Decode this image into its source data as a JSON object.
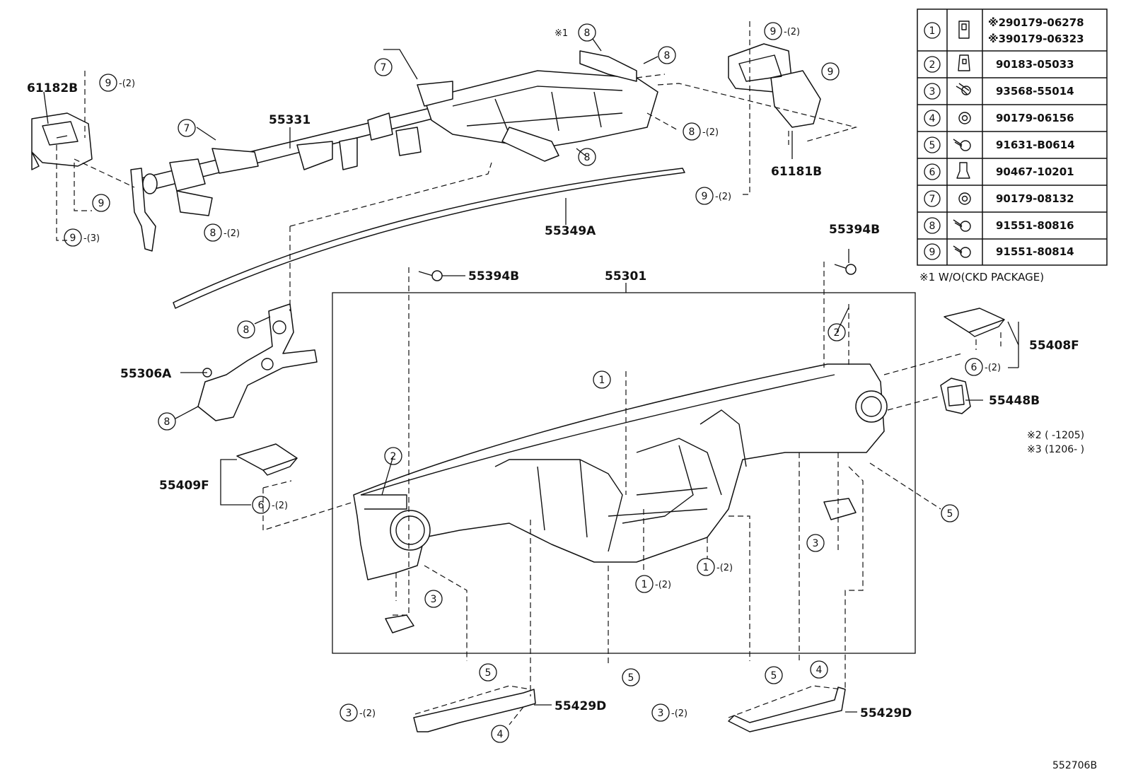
{
  "callouts": {
    "p61182B": "61182B",
    "p55331": "55331",
    "p61181B": "61181B",
    "p55349A": "55349A",
    "p55394B_left": "55394B",
    "p55394B_right": "55394B",
    "p55301": "55301",
    "p55306A": "55306A",
    "p55408F": "55408F",
    "p55448B": "55448B",
    "p55409F": "55409F",
    "p55429D_left": "55429D",
    "p55429D_right": "55429D"
  },
  "circled_refs": [
    {
      "id": "r-9a",
      "num": "9",
      "qty": "-(2)"
    },
    {
      "id": "r-9b",
      "num": "9",
      "qty": ""
    },
    {
      "id": "r-9c",
      "num": "9",
      "qty": "-(3)"
    },
    {
      "id": "r-7a",
      "num": "7",
      "qty": ""
    },
    {
      "id": "r-8a",
      "num": "8",
      "qty": "-(2)"
    },
    {
      "id": "r-7b",
      "num": "7",
      "qty": ""
    },
    {
      "id": "r-8b",
      "num": "8",
      "qty": "",
      "prefix": "※1"
    },
    {
      "id": "r-8c",
      "num": "8",
      "qty": ""
    },
    {
      "id": "r-8d",
      "num": "8",
      "qty": "-(2)"
    },
    {
      "id": "r-8e",
      "num": "8",
      "qty": ""
    },
    {
      "id": "r-9d",
      "num": "9",
      "qty": "-(2)"
    },
    {
      "id": "r-9e",
      "num": "9",
      "qty": ""
    },
    {
      "id": "r-9f",
      "num": "9",
      "qty": "-(2)"
    },
    {
      "id": "r-8f",
      "num": "8",
      "qty": ""
    },
    {
      "id": "r-8g",
      "num": "8",
      "qty": ""
    },
    {
      "id": "r-2a",
      "num": "2",
      "qty": ""
    },
    {
      "id": "r-1a",
      "num": "1",
      "qty": ""
    },
    {
      "id": "r-2b",
      "num": "2",
      "qty": ""
    },
    {
      "id": "r-6a",
      "num": "6",
      "qty": "-(2)"
    },
    {
      "id": "r-6b",
      "num": "6",
      "qty": "-(2)"
    },
    {
      "id": "r-5a",
      "num": "5",
      "qty": ""
    },
    {
      "id": "r-3a",
      "num": "3",
      "qty": ""
    },
    {
      "id": "r-1b",
      "num": "1",
      "qty": "-(2)"
    },
    {
      "id": "r-1c",
      "num": "1",
      "qty": "-(2)"
    },
    {
      "id": "r-3b",
      "num": "3",
      "qty": ""
    },
    {
      "id": "r-5b",
      "num": "5",
      "qty": ""
    },
    {
      "id": "r-5c",
      "num": "5",
      "qty": ""
    },
    {
      "id": "r-5d",
      "num": "5",
      "qty": ""
    },
    {
      "id": "r-4a",
      "num": "4",
      "qty": ""
    },
    {
      "id": "r-3c",
      "num": "3",
      "qty": "-(2)"
    },
    {
      "id": "r-4b",
      "num": "4",
      "qty": ""
    },
    {
      "id": "r-3d",
      "num": "3",
      "qty": "-(2)"
    }
  ],
  "parts_table": {
    "rows": [
      {
        "num": "1",
        "part": "※290179-06278",
        "part2": "※390179-06323"
      },
      {
        "num": "2",
        "part": "90183-05033"
      },
      {
        "num": "3",
        "part": "93568-55014"
      },
      {
        "num": "4",
        "part": "90179-06156"
      },
      {
        "num": "5",
        "part": "91631-B0614"
      },
      {
        "num": "6",
        "part": "90467-10201"
      },
      {
        "num": "7",
        "part": "90179-08132"
      },
      {
        "num": "8",
        "part": "91551-80816"
      },
      {
        "num": "9",
        "part": "91551-80814"
      }
    ],
    "note1": "※1 W/O(CKD PACKAGE)"
  },
  "notes": {
    "note2": "※2 (    -1205)",
    "note3": "※3 (1206-    )"
  },
  "diagram_code": "552706B"
}
